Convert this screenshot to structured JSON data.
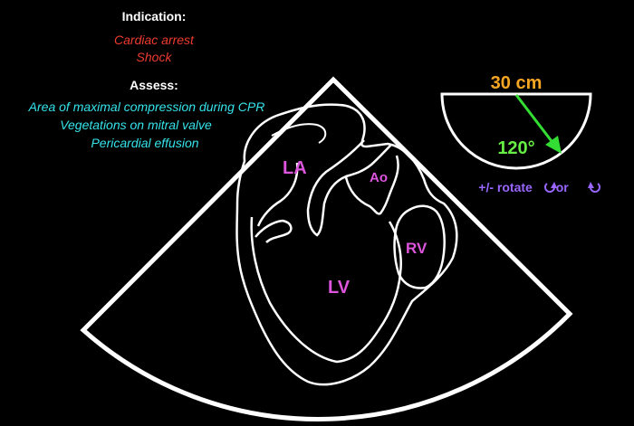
{
  "indication": {
    "heading": "Indication:",
    "items": [
      "Cardiac arrest",
      "Shock"
    ]
  },
  "assess": {
    "heading": "Assess:",
    "items": [
      "Area of maximal compression during CPR",
      "Vegetations on mitral valve",
      "Pericardial effusion"
    ]
  },
  "probe": {
    "depth": "30 cm",
    "angle": "120°",
    "rotate_prefix": "+/- rotate",
    "rotate_joiner": "or"
  },
  "structures": {
    "la": "LA",
    "ao": "Ao",
    "lv": "LV",
    "rv": "RV"
  },
  "colors": {
    "background": "#000000",
    "outline": "#ffffff",
    "indication": "#ef3b2f",
    "assess": "#35e3ea",
    "depth": "#f5a623",
    "angle": "#66ee44",
    "arrow": "#33dd33",
    "rotate": "#9966ff",
    "structure_label": "#dd55dd"
  }
}
